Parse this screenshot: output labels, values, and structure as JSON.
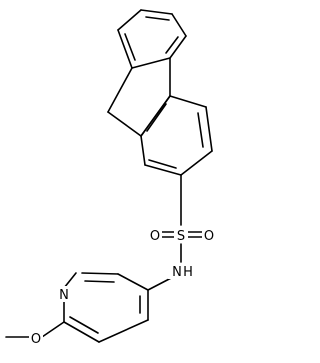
{
  "molecule": {
    "atoms": {
      "sulfur": "S",
      "oxygen_left": "O",
      "oxygen_right": "O",
      "nitrogen_amide": "N",
      "hydrogen_amide": "H",
      "nitrogen_pyridine": "N",
      "oxygen_methoxy": "O"
    }
  },
  "colors": {
    "bond": "#000000",
    "label": "#000000",
    "background": "#ffffff"
  }
}
